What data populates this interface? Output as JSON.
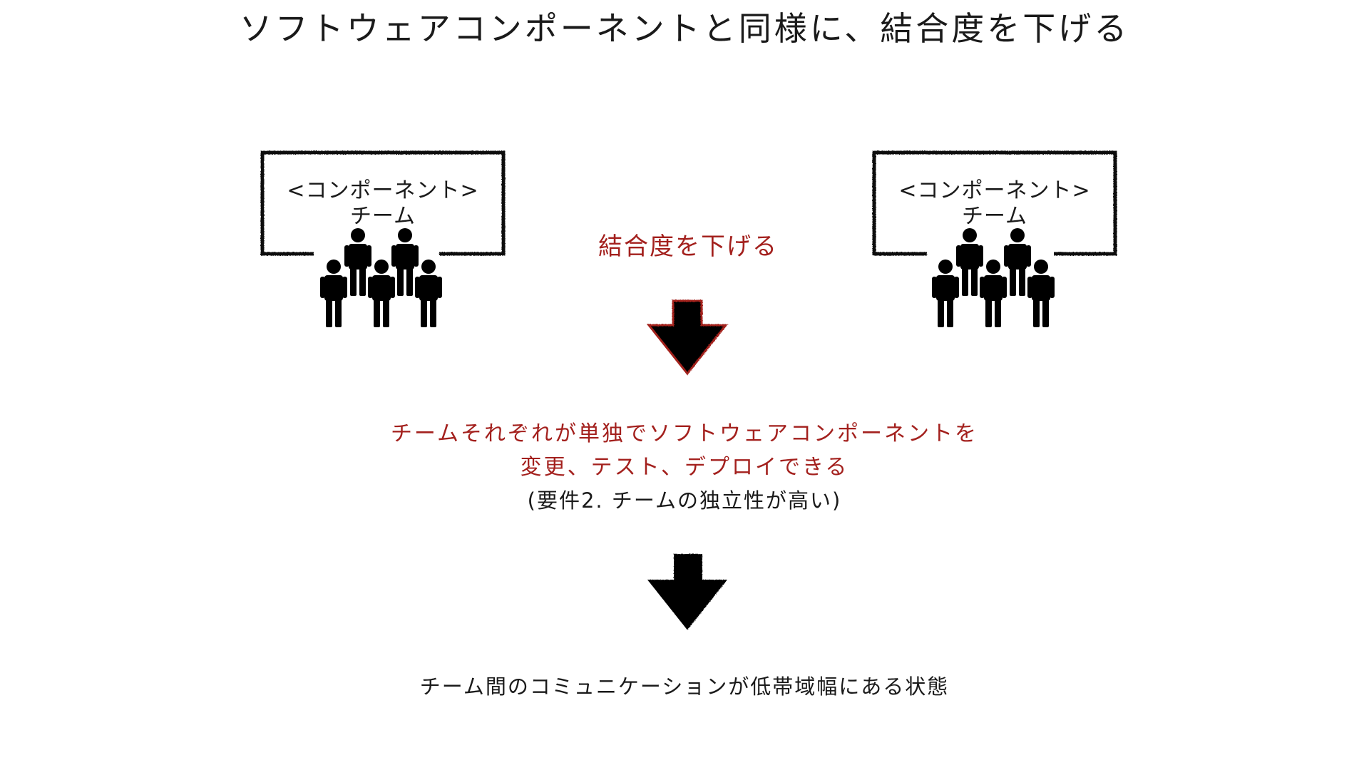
{
  "title": "ソフトウェアコンポーネントと同様に、結合度を下げる",
  "teams": [
    {
      "line1": "<コンポーネント>",
      "line2": "チーム"
    },
    {
      "line1": "<コンポーネント>",
      "line2": "チーム"
    }
  ],
  "connector_label": "結合度を下げる",
  "result": {
    "line1": "チームそれぞれが単独でソフトウェアコンポーネントを",
    "line2": "変更、テスト、デプロイできる",
    "note": "(要件2. チームの独立性が高い)"
  },
  "conclusion": "チーム間のコミュニケーションが低帯域幅にある状態",
  "colors": {
    "accent": "#a3201d",
    "ink": "#111111",
    "text": "#1a1a1a"
  },
  "icons": [
    "people-group-icon",
    "arrow-down-icon"
  ]
}
